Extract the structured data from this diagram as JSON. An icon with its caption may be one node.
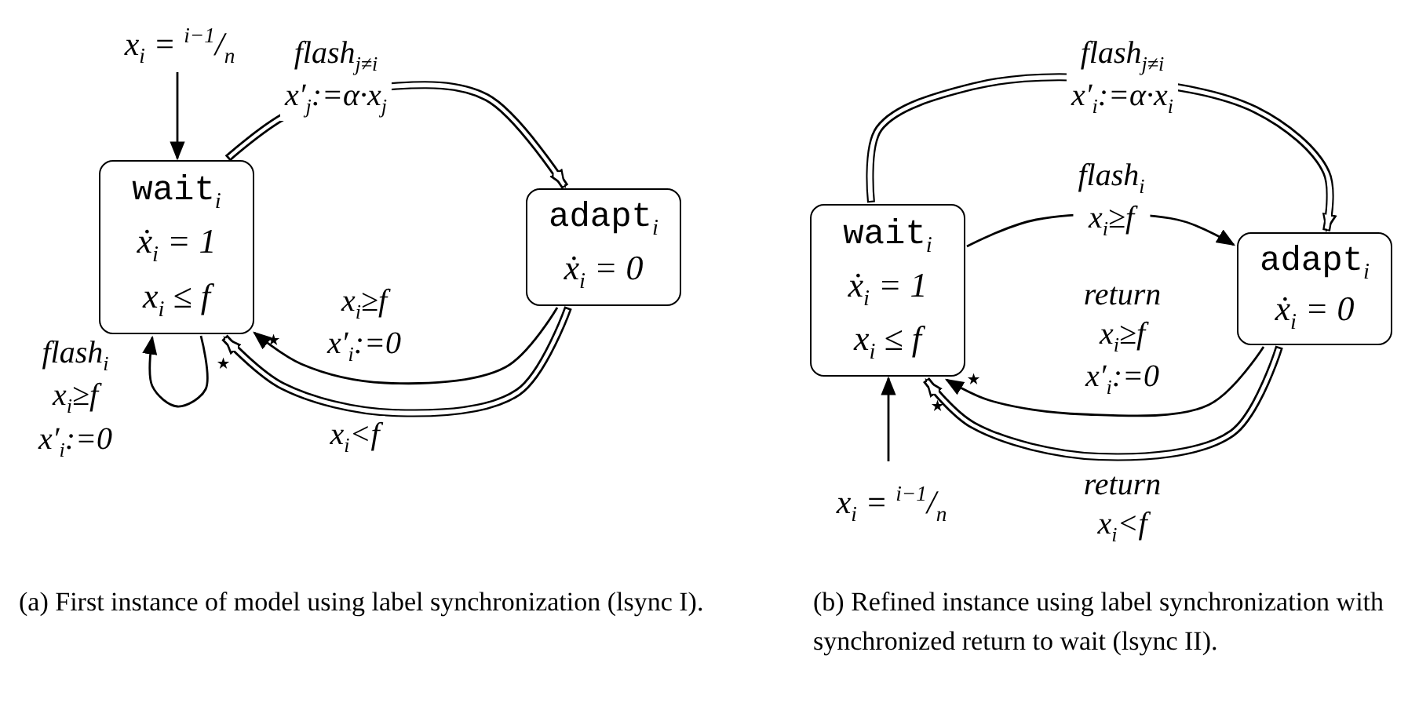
{
  "diagram": {
    "nodes": [
      {
        "text": [
          "wait$_{i}$",
          "ẋ$_{i}$ = 1",
          "x$_{i}$ ≤ f"
        ]
      },
      {
        "text": [
          "adapt$_{i}$",
          "ẋ$_{i}$ = 0"
        ]
      },
      {
        "text": [
          "x$_{i}$ = $^{i−1}$/$_{n}$"
        ]
      },
      {
        "text": [
          "wait$_{i}$",
          "ẋ$_{i}$ = 1",
          "x$_{i}$ ≤ f"
        ]
      },
      {
        "text": [
          "adapt$_{i}$",
          "ẋ$_{i}$ = 0"
        ]
      },
      {
        "text": [
          "x$_{i}$ = $^{i−1}$/$_{n}$"
        ]
      }
    ],
    "edges": [
      {
        "from": 2,
        "to": 0,
        "arrow": "to"
      },
      {
        "from": 0,
        "to": 1,
        "arrow": "to",
        "style": "thick",
        "label": "*flash*$_{j≠i}$ x′$_{j}$:=α·x$_{j}$"
      },
      {
        "from": 0,
        "to": 0,
        "arrow": "to",
        "label": "*flash*$_{i}$ x$_{i}$≥f x′$_{i}$:=0"
      },
      {
        "from": 1,
        "to": 0,
        "arrow": "to",
        "style": "thick",
        "label": "x$_{i}$<f"
      },
      {
        "from": 1,
        "to": 0,
        "arrow": "to",
        "label": "x$_{i}$≥f x′$_{i}$:=0"
      },
      {
        "from": 5,
        "to": 3,
        "arrow": "to"
      },
      {
        "from": 3,
        "to": 4,
        "arrow": "to",
        "style": "thick",
        "label": "*flash*$_{j≠i}$ x′$_{i}$:=α·x$_{i}$"
      },
      {
        "from": 3,
        "to": 4,
        "arrow": "to",
        "label": "*flash*$_{i}$ x$_{i}$≥f"
      },
      {
        "from": 4,
        "to": 3,
        "arrow": "to",
        "label": "*return* x$_{i}$≥f x′$_{i}$:=0"
      },
      {
        "from": 4,
        "to": 3,
        "arrow": "to",
        "style": "thick",
        "label": "*return* x$_{i}$<f"
      }
    ],
    "labels": [
      "⋆",
      "⋆",
      "⋆",
      "⋆",
      "(a) First instance of model using label synchronization (lsync I).",
      "(b) Refined instance using label synchronization with synchronized return to wait (lsync II)."
    ]
  }
}
